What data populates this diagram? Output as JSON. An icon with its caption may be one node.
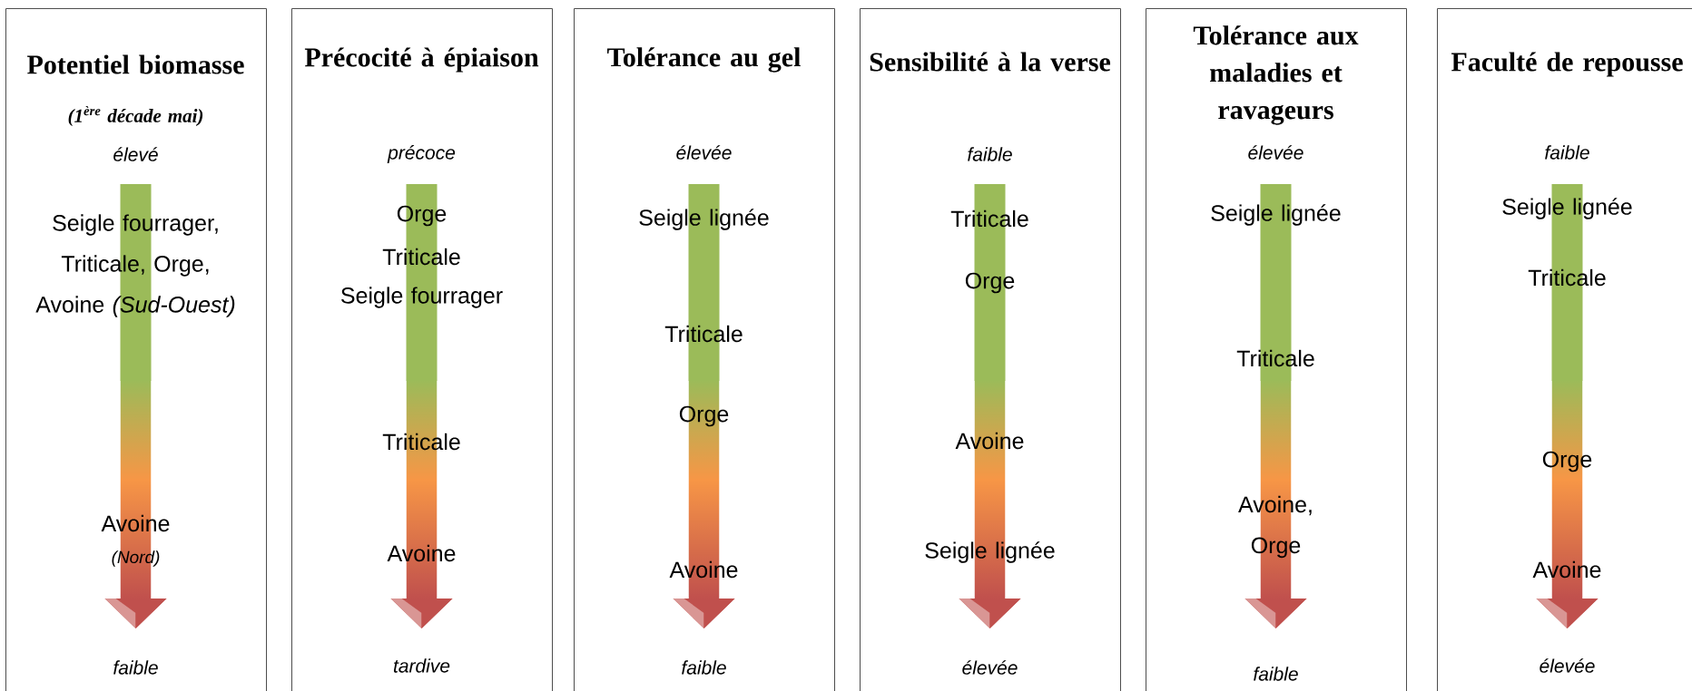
{
  "diagram": {
    "nodes": [
      {
        "text": [
          "Potentiel biomasse",
          "(1$^{ère}$ décade mai)",
          "élevé",
          "Seigle fourrager, Triticale, Orge, Avoine *(Sud-Ouest)*",
          "Avoine",
          "(Nord)",
          "faible"
        ]
      },
      {
        "text": [
          "Précocité à épiaison",
          "précoce",
          "Orge",
          "Triticale",
          "Seigle fourrager",
          "Triticale",
          "Avoine",
          "tardive"
        ]
      },
      {
        "text": [
          "Tolérance au gel",
          "élevée",
          "Seigle lignée",
          "Triticale",
          "Orge",
          "Avoine",
          "faible"
        ]
      },
      {
        "text": [
          "Sensibilité à la verse",
          "faible",
          "Triticale",
          "Orge",
          "Avoine",
          "Seigle lignée",
          "élevée"
        ]
      },
      {
        "text": [
          "Tolérance aux maladies et ravageurs",
          "élevée",
          "Seigle lignée",
          "Triticale",
          "Avoine, Orge",
          "faible"
        ]
      },
      {
        "text": [
          "Faculté de repousse",
          "faible",
          "Seigle lignée",
          "Triticale",
          "Orge",
          "Avoine",
          "élevée"
        ]
      }
    ]
  }
}
